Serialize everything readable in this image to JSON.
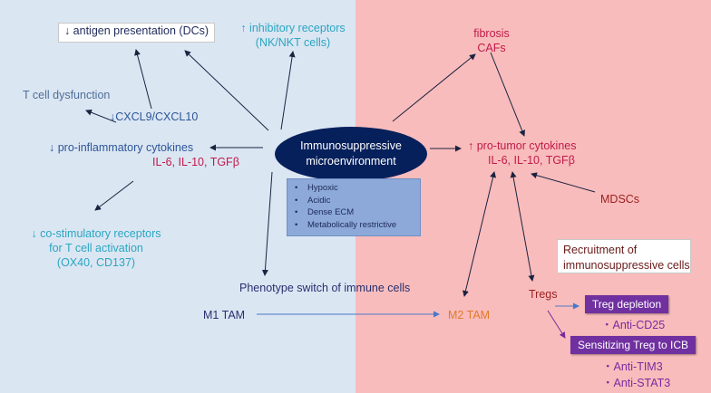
{
  "center": {
    "line1": "Immunosuppressive",
    "line2": "microenvironment",
    "properties": [
      "Hypoxic",
      "Acidic",
      "Dense ECM",
      "Metabolically restrictive"
    ]
  },
  "left": {
    "antigen": "↓ antigen presentation (DCs)",
    "inhibitory_1": "↑ inhibitory receptors",
    "inhibitory_2": "(NK/NKT cells)",
    "tcell": "T cell dysfunction",
    "cxcl": "↓CXCL9/CXCL10",
    "proinflam": "↓ pro-inflammatory cytokines",
    "cytokines": "IL-6, IL-10, TGFβ",
    "costim_1": "↓ co-stimulatory receptors",
    "costim_2": "for T cell activation",
    "costim_3": "(OX40, CD137)"
  },
  "bottom": {
    "phenotype": "Phenotype switch of immune cells",
    "m1": "M1 TAM",
    "m2": "M2 TAM"
  },
  "right": {
    "fibrosis": "fibrosis",
    "cafs": "CAFs",
    "protumor_1": "↑ pro-tumor cytokines",
    "protumor_2": "IL-6, IL-10, TGFβ",
    "mdscs": "MDSCs",
    "recruit_1": "Recruitment of",
    "recruit_2": "immunosuppressive cells",
    "tregs": "Tregs",
    "treg_depletion": "Treg depletion",
    "anti_cd25": "・Anti-CD25",
    "sensitizing": "Sensitizing Treg to ICB",
    "anti_tim3": "・Anti-TIM3",
    "anti_stat3": "・Anti-STAT3"
  }
}
